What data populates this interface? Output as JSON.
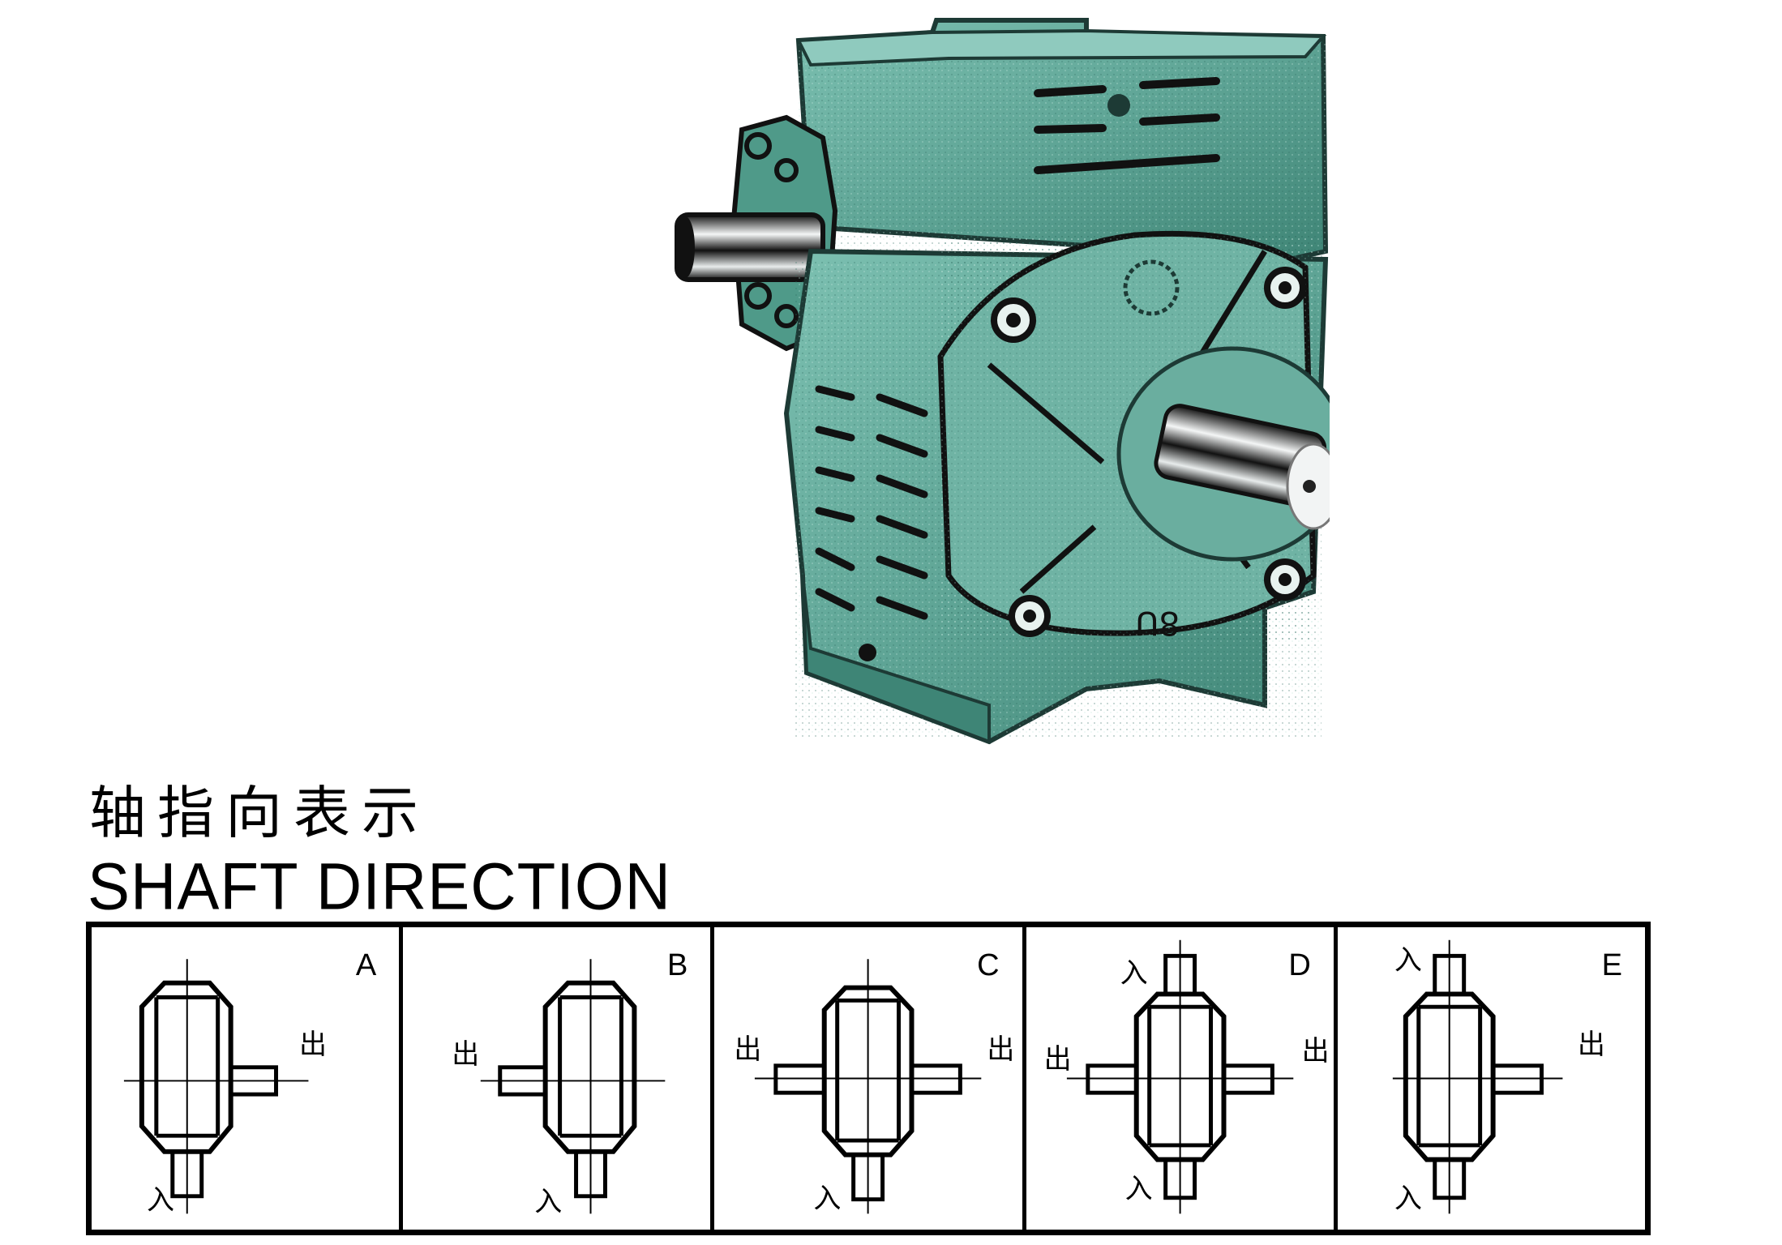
{
  "product_photo": {
    "subject": "worm gear reducer",
    "casting_mark": "8U",
    "colors": {
      "body": "#5fa596",
      "shadow": "#1d3a35",
      "highlight": "#b9ddd4",
      "shaft": "#e8ecec"
    }
  },
  "heading": {
    "title_cn": "轴指向表示",
    "title_en": "SHAFT DIRECTION"
  },
  "labels": {
    "input": "入",
    "output": "出"
  },
  "panels": [
    {
      "letter": "A",
      "input_shafts": [
        "bottom"
      ],
      "output_shafts": [
        "right"
      ]
    },
    {
      "letter": "B",
      "input_shafts": [
        "bottom"
      ],
      "output_shafts": [
        "left"
      ]
    },
    {
      "letter": "C",
      "input_shafts": [
        "bottom"
      ],
      "output_shafts": [
        "left",
        "right"
      ]
    },
    {
      "letter": "D",
      "input_shafts": [
        "top",
        "bottom"
      ],
      "output_shafts": [
        "left",
        "right"
      ]
    },
    {
      "letter": "E",
      "input_shafts": [
        "top",
        "bottom"
      ],
      "output_shafts": [
        "right"
      ]
    }
  ]
}
